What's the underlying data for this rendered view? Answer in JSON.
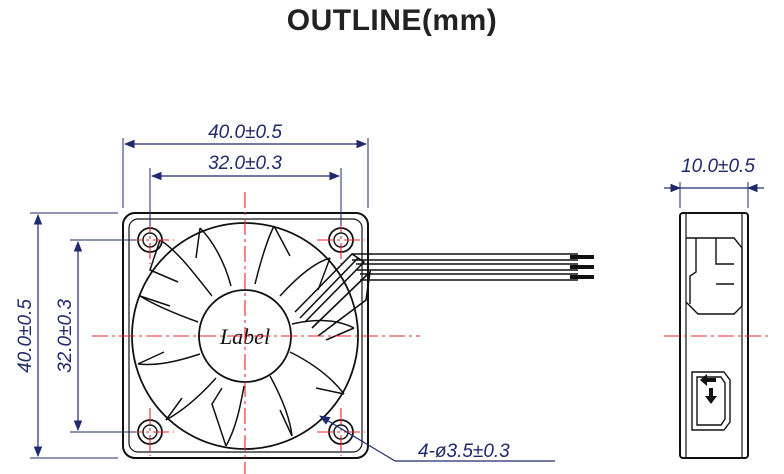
{
  "title": "OUTLINE(mm)",
  "dimensions": {
    "overall_width": "40.0±0.5",
    "hole_spacing_width": "32.0±0.3",
    "overall_height": "40.0±0.5",
    "hole_spacing_height": "32.0±0.3",
    "thickness": "10.0±0.5",
    "mounting_holes": "4-ø3.5±0.3"
  },
  "hub_label": "Label",
  "colors": {
    "outline": "#111111",
    "dimension": "#1f2a6e",
    "centerline": "#e0282a"
  }
}
